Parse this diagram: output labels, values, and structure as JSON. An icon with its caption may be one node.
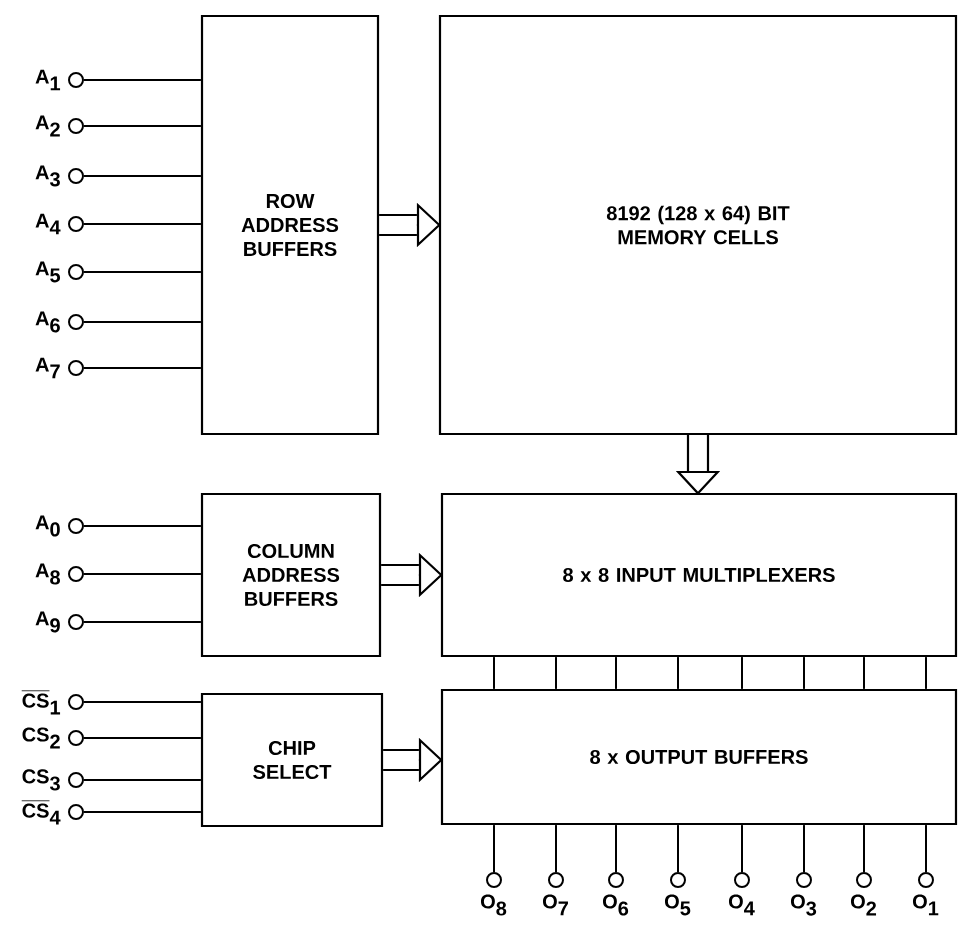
{
  "diagram": {
    "nodes": [
      {
        "text": [
          "ROW ADDRESS BUFFERS"
        ]
      },
      {
        "text": [
          "8192 (128 x 64) BIT MEMORY CELLS"
        ]
      },
      {
        "text": [
          "COLUMN ADDRESS BUFFERS"
        ]
      },
      {
        "text": [
          "8 x 8 INPUT MULTIPLEXERS"
        ]
      },
      {
        "text": [
          "CHIP SELECT"
        ]
      },
      {
        "text": [
          "8 x OUTPUT BUFFERS"
        ]
      },
      {
        "text": [
          "\\textbf{A}_{\\textbf{1}}"
        ]
      },
      {
        "text": [
          "\\textbf{A}_{\\textbf{2}}"
        ]
      },
      {
        "text": [
          "\\textbf{A}_{\\textbf{3}}"
        ]
      },
      {
        "text": [
          "\\textbf{A}_{\\textbf{4}}"
        ]
      },
      {
        "text": [
          "\\textbf{A}_{\\textbf{5}}"
        ]
      },
      {
        "text": [
          "\\textbf{A}_{\\textbf{6}}"
        ]
      },
      {
        "text": [
          "\\textbf{A}_{\\textbf{7}}"
        ]
      },
      {
        "text": [
          "\\textbf{A}_{\\textbf{0}}"
        ]
      },
      {
        "text": [
          "\\textbf{A}_{\\textbf{8}}"
        ]
      },
      {
        "text": [
          "\\textbf{A}_{\\textbf{9}}"
        ]
      },
      {
        "text": [
          "\\overline{\\textbf{CS}}_{\\textbf{1}}"
        ]
      },
      {
        "text": [
          "\\textbf{CS}_{\\textbf{2}}"
        ]
      },
      {
        "text": [
          "\\textbf{CS}_{\\textbf{3}}"
        ]
      },
      {
        "text": [
          "\\overline{\\textbf{CS}}_{\\textbf{4}}"
        ]
      },
      {
        "text": [
          "\\textbf{O}_{\\textbf{8}}"
        ]
      },
      {
        "text": [
          "\\textbf{O}_{\\textbf{7}}"
        ]
      },
      {
        "text": [
          "\\textbf{O}_{\\textbf{6}}"
        ]
      },
      {
        "text": [
          "\\textbf{O}_{\\textbf{5}}"
        ]
      },
      {
        "text": [
          "\\textbf{O}_{\\textbf{4}}"
        ]
      },
      {
        "text": [
          "\\textbf{O}_{\\textbf{3}}"
        ]
      },
      {
        "text": [
          "\\textbf{O}_{\\textbf{2}}"
        ]
      },
      {
        "text": [
          "\\textbf{O}_{\\textbf{1}}"
        ]
      }
    ],
    "edges": [
      {
        "from": 0,
        "to": 1,
        "arrow": "to"
      },
      {
        "from": 1,
        "to": 3,
        "arrow": "to"
      },
      {
        "from": 2,
        "to": 3,
        "arrow": "to"
      },
      {
        "from": 4,
        "to": 5,
        "arrow": "to"
      },
      {
        "from": 3,
        "to": 5,
        "arrow": "none"
      },
      {
        "from": 3,
        "to": 5,
        "arrow": "none"
      },
      {
        "from": 3,
        "to": 5,
        "arrow": "none"
      },
      {
        "from": 3,
        "to": 5,
        "arrow": "none"
      },
      {
        "from": 3,
        "to": 5,
        "arrow": "none"
      },
      {
        "from": 3,
        "to": 5,
        "arrow": "none"
      },
      {
        "from": 3,
        "to": 5,
        "arrow": "none"
      },
      {
        "from": 3,
        "to": 5,
        "arrow": "none"
      },
      {
        "from": 6,
        "to": 0,
        "arrow": "none"
      },
      {
        "from": 7,
        "to": 0,
        "arrow": "none"
      },
      {
        "from": 8,
        "to": 0,
        "arrow": "none"
      },
      {
        "from": 9,
        "to": 0,
        "arrow": "none"
      },
      {
        "from": 10,
        "to": 0,
        "arrow": "none"
      },
      {
        "from": 11,
        "to": 0,
        "arrow": "none"
      },
      {
        "from": 12,
        "to": 0,
        "arrow": "none"
      },
      {
        "from": 13,
        "to": 2,
        "arrow": "none"
      },
      {
        "from": 14,
        "to": 2,
        "arrow": "none"
      },
      {
        "from": 15,
        "to": 2,
        "arrow": "none"
      },
      {
        "from": 16,
        "to": 4,
        "arrow": "none"
      },
      {
        "from": 17,
        "to": 4,
        "arrow": "none"
      },
      {
        "from": 18,
        "to": 4,
        "arrow": "none"
      },
      {
        "from": 19,
        "to": 4,
        "arrow": "none"
      },
      {
        "from": 20,
        "to": 5,
        "arrow": "none"
      },
      {
        "from": 21,
        "to": 5,
        "arrow": "none"
      },
      {
        "from": 22,
        "to": 5,
        "arrow": "none"
      },
      {
        "from": 23,
        "to": 5,
        "arrow": "none"
      },
      {
        "from": 24,
        "to": 5,
        "arrow": "none"
      },
      {
        "from": 25,
        "to": 5,
        "arrow": "none"
      },
      {
        "from": 26,
        "to": 5,
        "arrow": "none"
      },
      {
        "from": 27,
        "to": 5,
        "arrow": "none"
      }
    ]
  }
}
